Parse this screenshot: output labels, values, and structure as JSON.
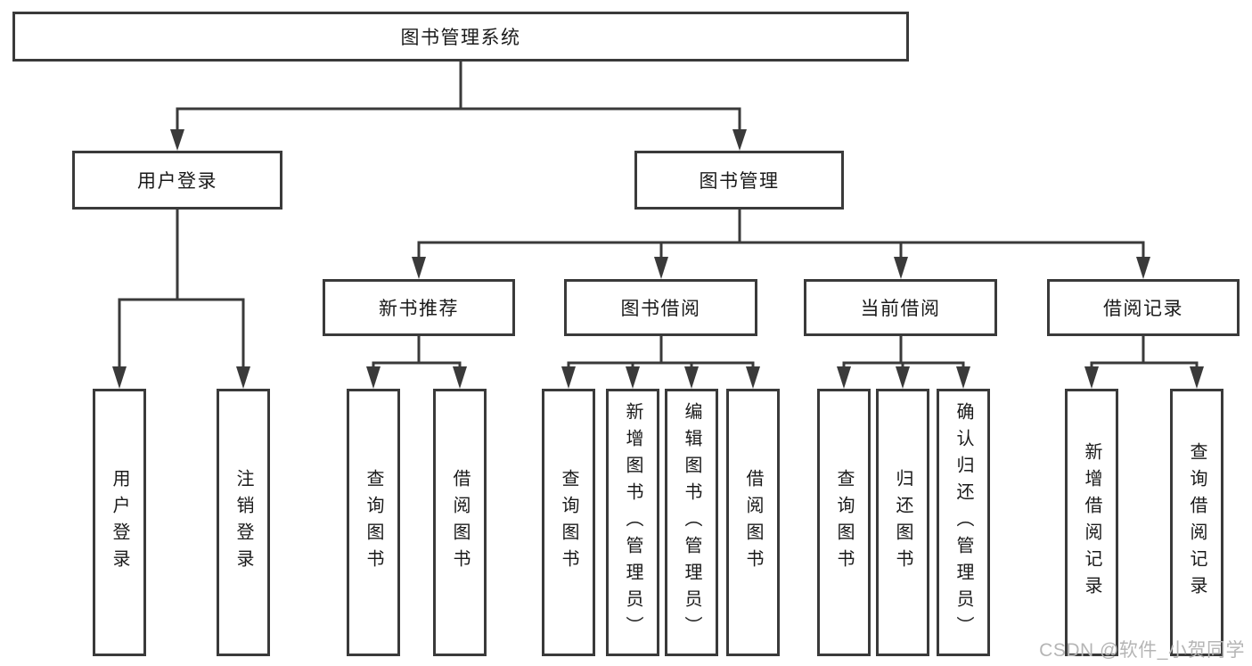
{
  "diagram": {
    "title": "图书管理系统",
    "tree": {
      "label": "图书管理系统",
      "children": [
        {
          "label": "用户登录",
          "children": [
            {
              "label": "用户登录"
            },
            {
              "label": "注销登录"
            }
          ]
        },
        {
          "label": "图书管理",
          "children": [
            {
              "label": "新书推荐",
              "children": [
                {
                  "label": "查询图书"
                },
                {
                  "label": "借阅图书"
                }
              ]
            },
            {
              "label": "图书借阅",
              "children": [
                {
                  "label": "查询图书"
                },
                {
                  "label": "新增图书（管理员）"
                },
                {
                  "label": "编辑图书（管理员）"
                },
                {
                  "label": "借阅图书"
                }
              ]
            },
            {
              "label": "当前借阅",
              "children": [
                {
                  "label": "查询图书"
                },
                {
                  "label": "归还图书"
                },
                {
                  "label": "确认归还（管理员）"
                }
              ]
            },
            {
              "label": "借阅记录",
              "children": [
                {
                  "label": "新增借阅记录"
                },
                {
                  "label": "查询借阅记录"
                }
              ]
            }
          ]
        }
      ]
    },
    "watermark": "CSDN @软件_小贺同学",
    "colors": {
      "line": "#3a3a3a",
      "box_border": "#3a3a3a",
      "box_background": "#ffffff",
      "text": "#1a1a1a",
      "watermark": "#b5b5b5",
      "background": "#ffffff"
    }
  }
}
